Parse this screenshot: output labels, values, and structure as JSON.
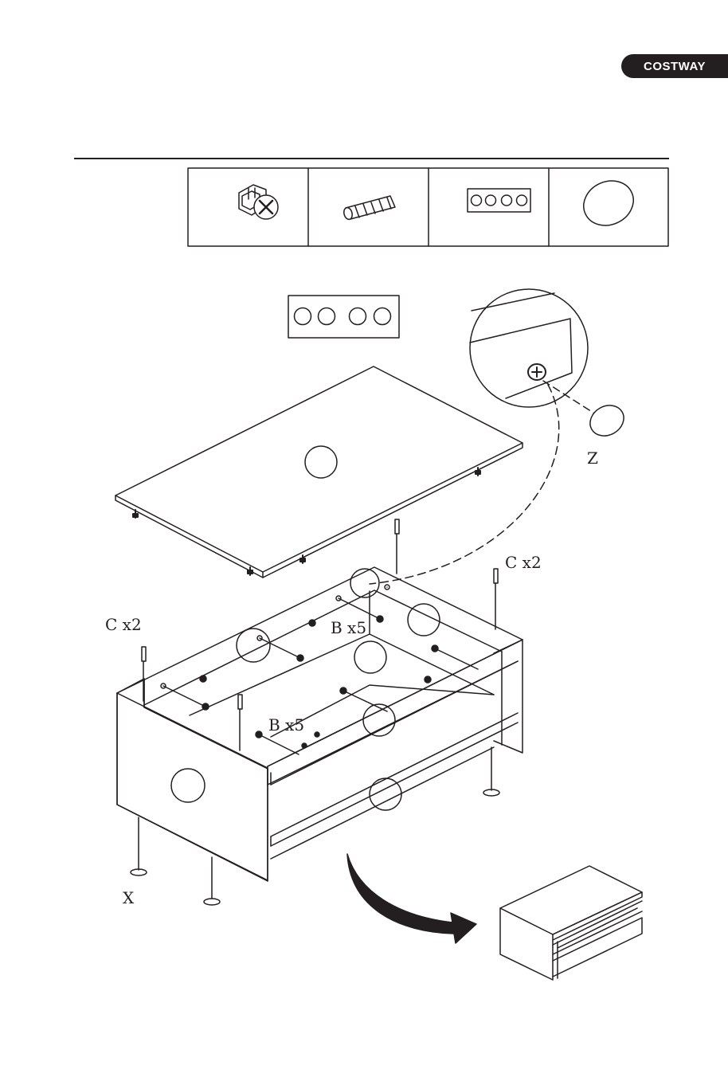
{
  "brand": {
    "name": "COSTWAY"
  },
  "labels": {
    "c_left": "C x2",
    "c_right": "C x2",
    "b_upper": "B x5",
    "b_lower": "B x5",
    "x_label": "X",
    "z_label": "Z"
  },
  "icons": {
    "parts": [
      "cam-lock-icon",
      "wood-dowel-icon",
      "cap-strip-icon",
      "cover-cap-icon"
    ]
  }
}
